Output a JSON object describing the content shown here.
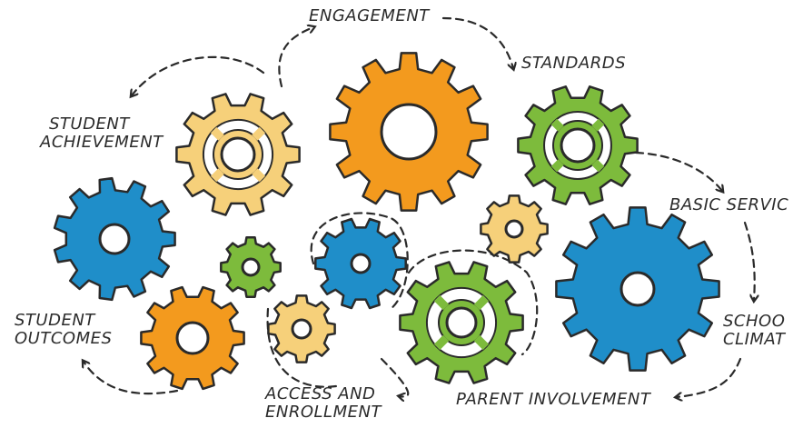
{
  "colors": {
    "orange": "#f39a1e",
    "yellow": "#f6d07a",
    "green": "#7dbb3c",
    "blue": "#1f8ec9",
    "outline": "#2a2a2a",
    "arrow": "#2a2a2a"
  },
  "labels": {
    "engagement": "ENGAGEMENT",
    "standards": "STANDARDS",
    "student_achievement_1": "STUDENT",
    "student_achievement_2": "ACHIEVEMENT",
    "basic_services": "BASIC SERVIC",
    "student_outcomes_1": "STUDENT",
    "student_outcomes_2": "OUTCOMES",
    "school_climate_1": "SCHOO",
    "school_climate_2": "CLIMAT",
    "access_enrollment_1": "ACCESS AND",
    "access_enrollment_2": "ENROLLMENT",
    "parent_involvement": "PARENT INVOLVEMENT"
  },
  "gears": [
    {
      "id": "orange-large",
      "color": "orange",
      "style": "plain"
    },
    {
      "id": "yellow-top",
      "color": "yellow",
      "style": "spoked"
    },
    {
      "id": "green-top-right",
      "color": "green",
      "style": "spoked"
    },
    {
      "id": "blue-left",
      "color": "blue",
      "style": "plain"
    },
    {
      "id": "blue-right-large",
      "color": "blue",
      "style": "plain"
    },
    {
      "id": "green-small",
      "color": "green",
      "style": "plain"
    },
    {
      "id": "blue-center",
      "color": "blue",
      "style": "plain"
    },
    {
      "id": "yellow-small-right",
      "color": "yellow",
      "style": "plain"
    },
    {
      "id": "orange-bottom",
      "color": "orange",
      "style": "plain"
    },
    {
      "id": "yellow-small-bottom",
      "color": "yellow",
      "style": "plain"
    },
    {
      "id": "green-bottom",
      "color": "green",
      "style": "spoked"
    }
  ]
}
